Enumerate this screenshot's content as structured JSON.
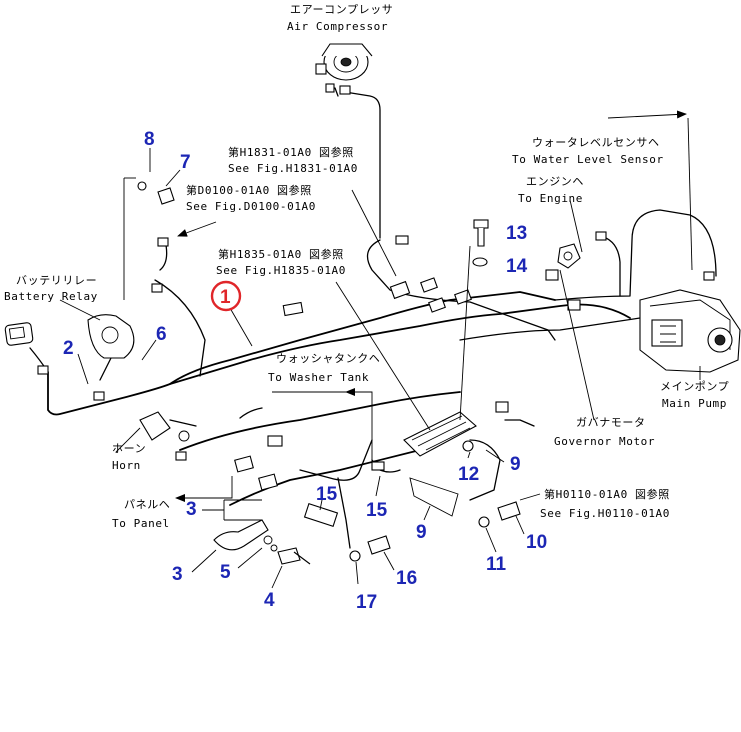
{
  "labels": {
    "air_compressor_jp": "エアーコンプレッサ",
    "air_compressor_en": "Air Compressor",
    "ref_h1831_jp": "第H1831-01A0 図参照",
    "ref_h1831_en": "See Fig.H1831-01A0",
    "ref_d0100_jp": "第D0100-01A0 図参照",
    "ref_d0100_en": "See Fig.D0100-01A0",
    "ref_h1835_jp": "第H1835-01A0 図参照",
    "ref_h1835_en": "See Fig.H1835-01A0",
    "water_level_jp": "ウォータレベルセンサヘ",
    "water_level_en": "To Water Level Sensor",
    "engine_jp": "エンジンヘ",
    "engine_en": "To Engine",
    "battery_relay_jp": "バッテリリレー",
    "battery_relay_en": "Battery Relay",
    "washer_tank_jp": "ウォッシャタンクヘ",
    "washer_tank_en": "To Washer Tank",
    "main_pump_jp": "メインポンプ",
    "main_pump_en": "Main Pump",
    "governor_motor_jp": "ガバナモータ",
    "governor_motor_en": "Governor Motor",
    "horn_jp": "ホーン",
    "horn_en": "Horn",
    "panel_jp": "パネルヘ",
    "panel_en": "To Panel",
    "ref_h0110_jp": "第H0110-01A0 図参照",
    "ref_h0110_en": "See Fig.H0110-01A0"
  },
  "callouts": {
    "c1": "1",
    "c2": "2",
    "c3a": "3",
    "c3b": "3",
    "c4": "4",
    "c5": "5",
    "c6": "6",
    "c7": "7",
    "c8": "8",
    "c9a": "9",
    "c9b": "9",
    "c10": "10",
    "c11": "11",
    "c12": "12",
    "c13": "13",
    "c14": "14",
    "c15a": "15",
    "c15b": "15",
    "c16": "16",
    "c17": "17"
  },
  "colors": {
    "callout_blue": "#1c26b4",
    "highlight_red": "#e0262a",
    "line": "#000000"
  }
}
